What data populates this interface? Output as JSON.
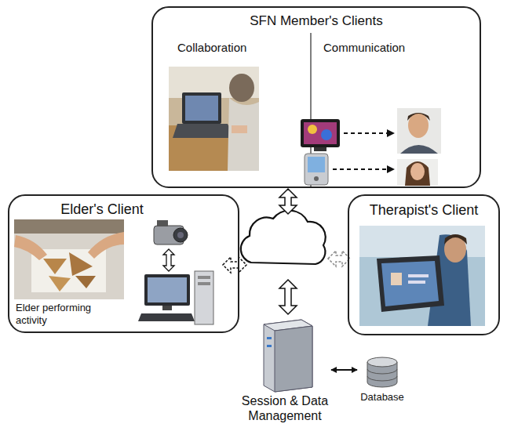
{
  "diagram": {
    "nodes": [
      {
        "text": [
          "SFN Member's Clients"
        ]
      },
      {
        "text": [
          "Elder's Client",
          "Elder performing activity"
        ]
      },
      {
        "text": [
          "Therapist's Client"
        ]
      },
      {
        "text": [
          "Session & Data Management"
        ]
      },
      {
        "text": [
          "Database"
        ]
      }
    ],
    "edges": [
      {
        "from": 3,
        "to": 4,
        "arrow": "both"
      }
    ],
    "labels": [
      "Collaboration",
      "Communication"
    ]
  }
}
